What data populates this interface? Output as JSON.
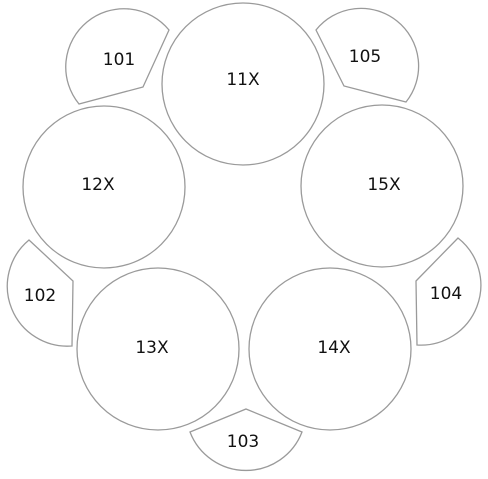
{
  "colors": {
    "stroke": "#9a9a9a",
    "fill": "#ffffff",
    "text": "#111111"
  },
  "circles": [
    {
      "label": "11X"
    },
    {
      "label": "12X"
    },
    {
      "label": "13X"
    },
    {
      "label": "14X"
    },
    {
      "label": "15X"
    }
  ],
  "wedges": [
    {
      "label": "101"
    },
    {
      "label": "102"
    },
    {
      "label": "103"
    },
    {
      "label": "104"
    },
    {
      "label": "105"
    }
  ]
}
